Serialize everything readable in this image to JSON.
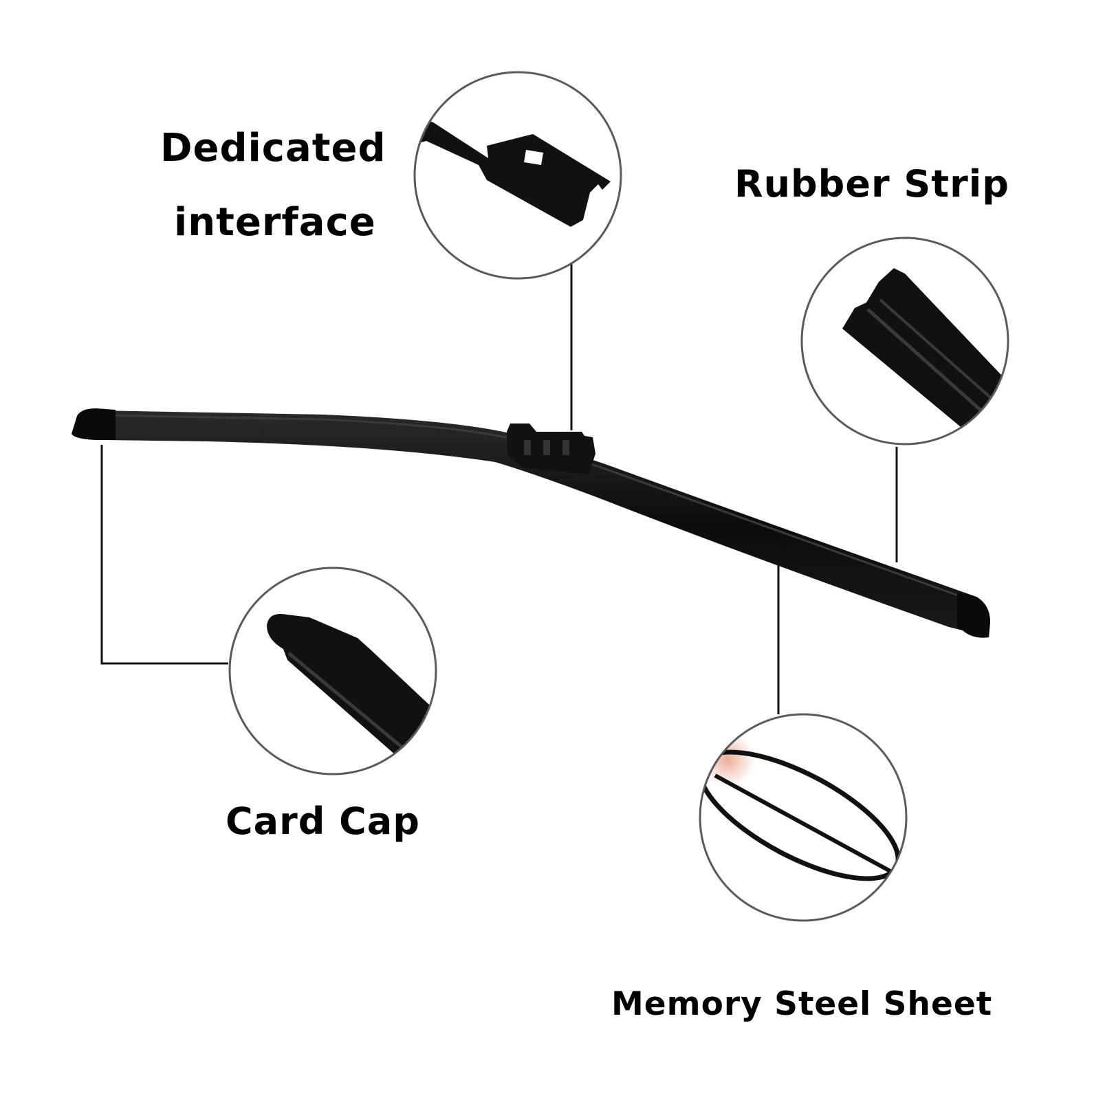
{
  "labels": {
    "dedicated_line1": "Dedicated",
    "dedicated_line2": "interface",
    "rubber_strip": "Rubber Strip",
    "card_cap": "Card Cap",
    "memory_steel_sheet": "Memory Steel Sheet"
  },
  "colors": {
    "background": "#ffffff",
    "blade": "#111111",
    "callout_circle": "#5a5a5a",
    "leader_line": "#111111",
    "steel_tint": "#e9a58d"
  }
}
